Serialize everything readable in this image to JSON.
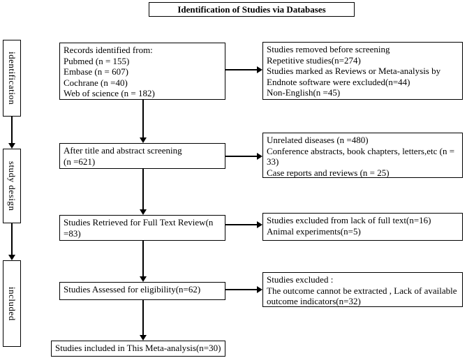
{
  "title": "Identification of Studies via Databases",
  "colors": {
    "line": "#000000",
    "text": "#000000",
    "background": "#ffffff"
  },
  "sidebar": {
    "identification": "identification",
    "study_design": "study design",
    "included": "included"
  },
  "flow": {
    "records_identified": "Records identified from:\nPubmed (n = 155)\nEmbase (n = 607)\nCochrane (n =40)\nWeb of science (n = 182)",
    "title_abstract_screening": "After title and abstract screening\n(n =621)",
    "full_text_review": "Studies Retrieved for Full Text Review(n =83)",
    "assessed_eligibility": "Studies Assessed for eligibility(n=62)",
    "included_meta_analysis": "Studies included in This Meta-analysis(n=30)"
  },
  "exclusions": {
    "removed_before_screening": "Studies removed before screening\nRepetitive studies(n=274)\nStudies marked as Reviews or Meta-analysis by Endnote software were excluded(n=44)\nNon-English(n =45)",
    "after_screening": "Unrelated diseases (n =480)\nConference abstracts, book chapters, letters,etc (n = 33)\nCase reports and reviews (n = 25)",
    "full_text_exclusions": "Studies excluded from lack of full text(n=16)\nAnimal experiments(n=5)",
    "eligibility_exclusions": "Studies excluded :\nThe outcome cannot be extracted , Lack of available outcome indicators(n=32)"
  }
}
